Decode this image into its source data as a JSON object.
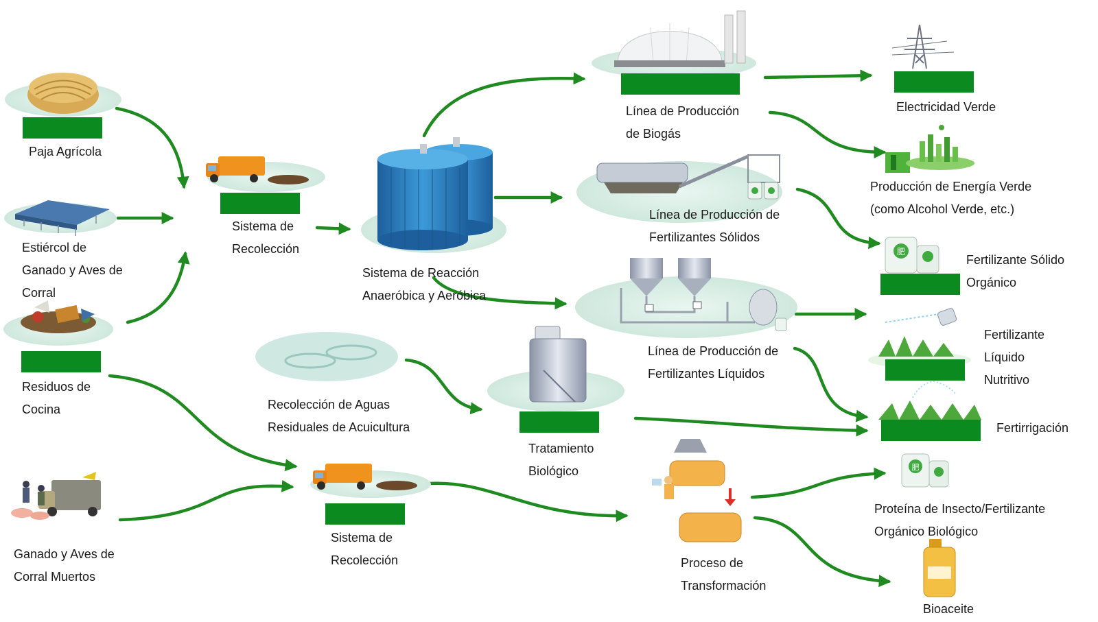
{
  "colors": {
    "arrow": "#1f8a1f",
    "label_bar": "#0a8a1f",
    "platform": "#d8efe6",
    "tank": "#2a7fc4",
    "truck": "#f0921e",
    "pond": "#cfe9e2",
    "grass": "#4ca83a"
  },
  "icons": {
    "straw": "hay-bale-icon",
    "barn": "livestock-barn-icon",
    "waste": "kitchen-waste-icon",
    "dead_animals": "dead-livestock-truck-icon",
    "collection_truck": "garbage-truck-icon",
    "reactor": "reactor-tank-icon",
    "pond": "aquaculture-pond-icon",
    "bio_treatment": "bio-treatment-tank-icon",
    "biogas_plant": "biogas-dome-icon",
    "solid_line": "solid-fertilizer-line-icon",
    "liquid_line": "liquid-fertilizer-line-icon",
    "processing": "processing-equipment-icon",
    "power": "power-tower-icon",
    "green_energy": "green-city-icon",
    "fertilizer_bags": "fertilizer-bag-icon",
    "watering": "watering-can-icon",
    "irrigation": "irrigation-sprinkler-icon",
    "protein": "fertilizer-bag-icon",
    "bioaceite": "oil-bottle-icon"
  },
  "labels": {
    "paja": "Paja Agrícola",
    "estiercol": "Estiércol de\nGanado y Aves de\nCorral",
    "residuos": "Residuos de\nCocina",
    "ganado_muertos": "Ganado y Aves de\nCorral Muertos",
    "recoleccion_1": "Sistema de\nRecolección",
    "reaccion": "Sistema de Reacción\nAnaeróbica y Aeróbica",
    "aguas": "Recolección de Aguas\nResiduales de Acuicultura",
    "tratamiento": "Tratamiento\nBiológico",
    "recoleccion_2": "Sistema de\nRecolección",
    "biogas": "Línea de Producción\nde Biogás",
    "fert_solidos": "Línea de Producción de\nFertilizantes Sólidos",
    "fert_liquidos": "Línea de Producción de\nFertilizantes Líquidos",
    "transformacion": "Proceso de\nTransformación",
    "electricidad": "Electricidad Verde",
    "energia_verde": "Producción de Energía Verde\n(como Alcohol Verde, etc.)",
    "fert_solido_org": "Fertilizante Sólido\nOrgánico",
    "fert_liquido": "Fertilizante\nLíquido\nNutritivo",
    "fertirrigacion": "Fertirrigación",
    "proteina": "Proteína de Insecto/Fertilizante\nOrgánico Biológico",
    "bioaceite": "Bioaceite"
  }
}
